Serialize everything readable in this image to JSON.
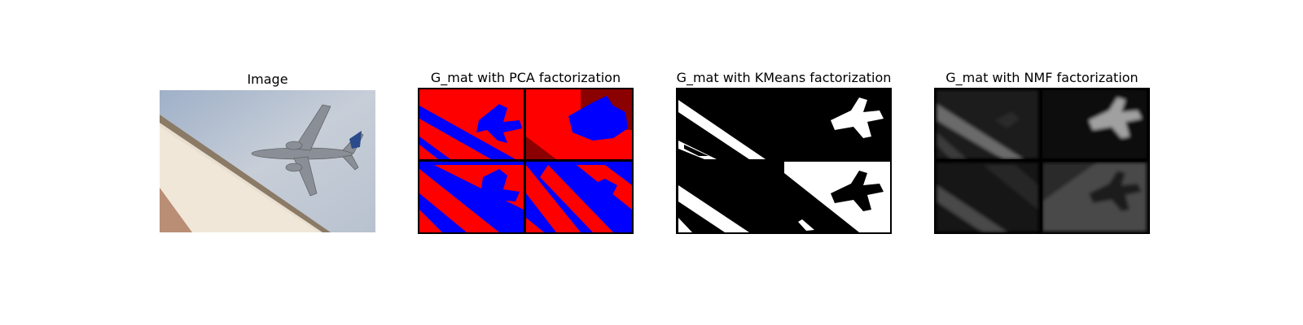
{
  "figure": {
    "panels": [
      {
        "title": "Image"
      },
      {
        "title": "G_mat with PCA factorization"
      },
      {
        "title": "G_mat with KMeans factorization"
      },
      {
        "title": "G_mat with NMF factorization"
      }
    ]
  },
  "colors": {
    "pca_red": "#ff0000",
    "pca_blue": "#0000ff",
    "kmeans_white": "#ffffff",
    "kmeans_black": "#000000",
    "sky": "#b6c3d4",
    "building": "#e8dccb"
  }
}
